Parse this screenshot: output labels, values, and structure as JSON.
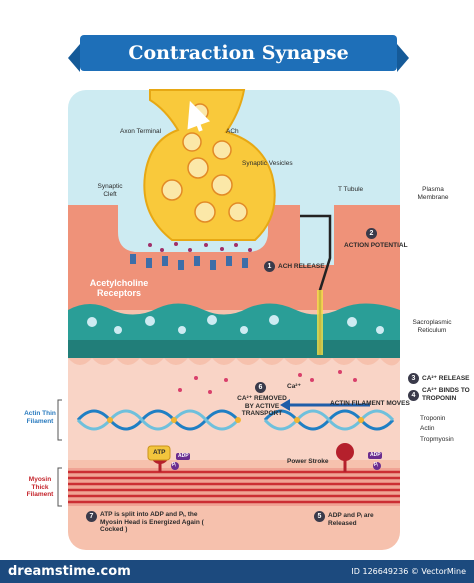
{
  "title": "Contraction Synapse",
  "labels": {
    "axon_terminal": "Axon Terminal",
    "ach": "ACh",
    "synaptic_vesicles": "Synaptic Vesicles",
    "synaptic_cleft": "Synaptic Cleft",
    "t_tubule": "T Tubule",
    "plasma_membrane": "Plasma Membrane",
    "acetylcholine_receptors": "Acetylcholine Receptors",
    "sarcoplasmic_reticulum": "Sacroplasmic Reticulum",
    "ca2_small": "Ca²⁺",
    "actin_filament_moves": "ACTIN FILAMENT MOVES",
    "troponin": "Troponin",
    "actin": "Actin",
    "tropomyosin": "Tropmyosin",
    "power_stroke": "Power Stroke",
    "adp_a": "ADP",
    "adp_b": "ADP",
    "actin_thin_filament": "Actin Thin Filament",
    "myosin_thick_filament": "Myosin Thick Filament",
    "atp": "ATP",
    "pi_a": "Pᵢ",
    "pi_b": "Pᵢ"
  },
  "steps": [
    {
      "number": "1",
      "text": "ACH RELEASE"
    },
    {
      "number": "2",
      "text": "ACTION POTENTIAL"
    },
    {
      "number": "3",
      "text": "CA²⁺ RELEASE"
    },
    {
      "number": "4",
      "text": "CA²⁺ BINDS TO TROPONIN"
    },
    {
      "number": "5",
      "text": "ADP and Pᵢ are Released"
    },
    {
      "number": "6",
      "text": "CA²⁺ REMOVED BY ACTIVE TRANSPORT"
    },
    {
      "number": "7",
      "text": "ATP is split into ADP and Pᵢ, the Myosin Head is Energized Again ( Cocked )"
    }
  ],
  "footer": {
    "logo": "dreamstime.com",
    "id": "ID 126649236 © VectorMine"
  },
  "colors": {
    "banner": "#1e6fb8",
    "sky": "#cdebf2",
    "muscle": "#f0937a",
    "reticulum": "#2a9e97",
    "neuron": "#f9c93b",
    "footer": "#1c4a7e"
  }
}
